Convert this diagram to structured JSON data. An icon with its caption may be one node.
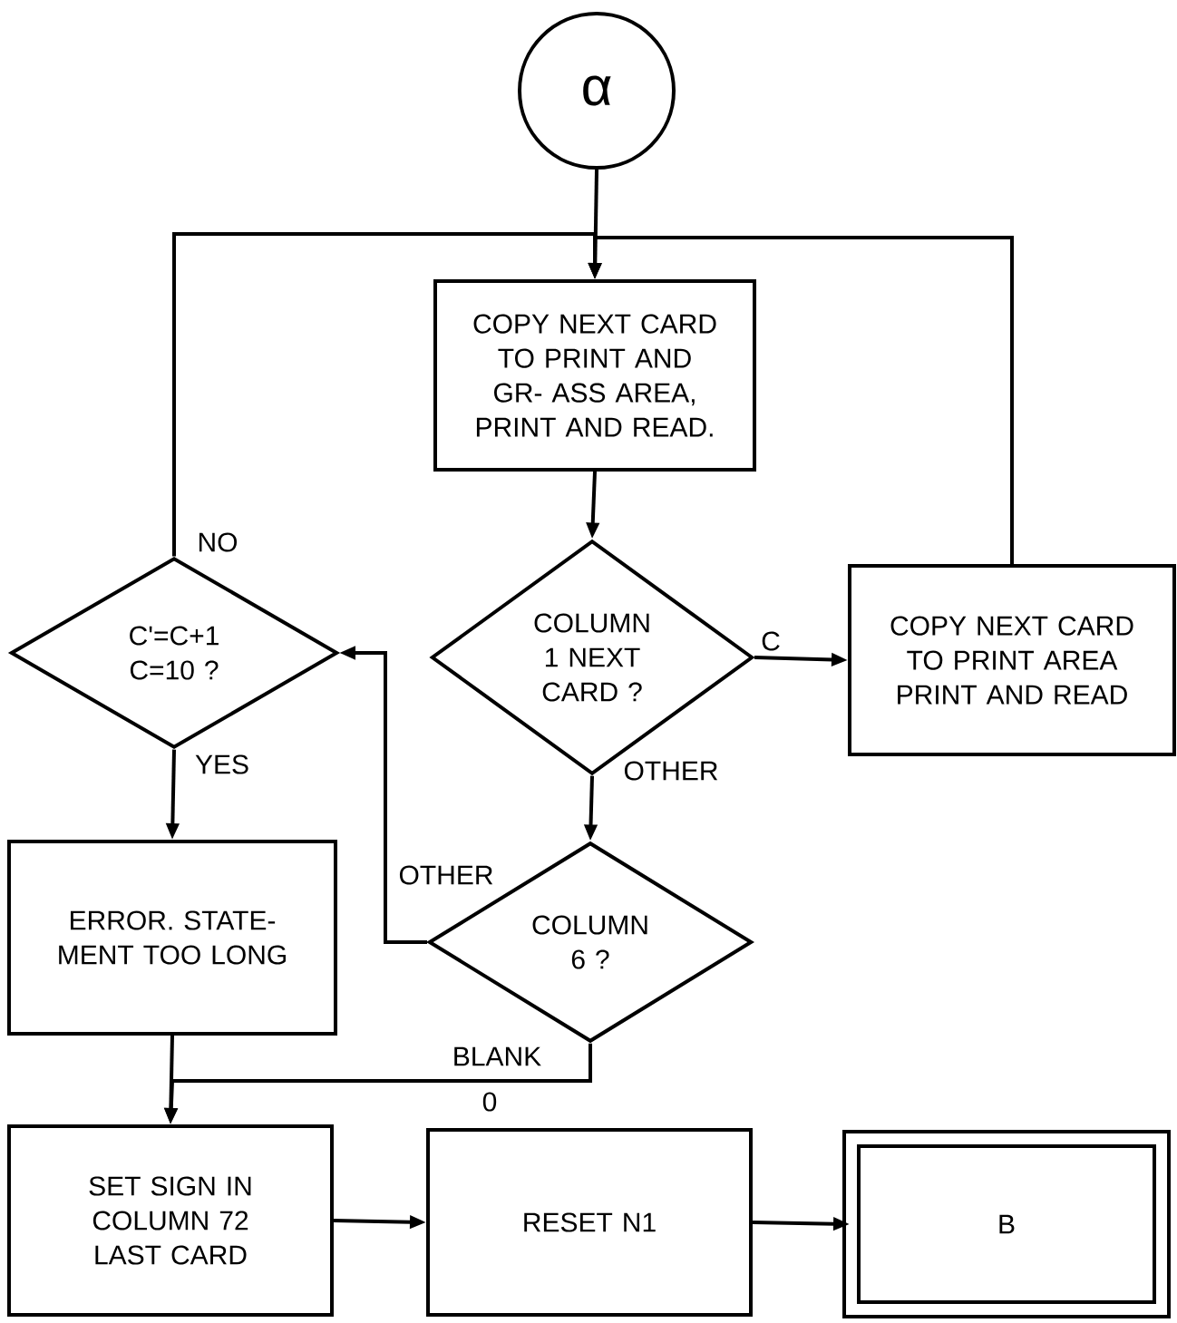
{
  "diagram": {
    "nodes": [
      {
        "text": [
          "α"
        ]
      },
      {
        "text": [
          "COPY NEXT CARD TO PRINT AND GR- ASS AREA, PRINT AND READ."
        ]
      },
      {
        "text": [
          "C'=C+1 C=10 ?"
        ]
      },
      {
        "text": [
          "COLUMN 1 NEXT CARD ?"
        ]
      },
      {
        "text": [
          "COPY NEXT CARD TO PRINT AREA PRINT AND READ"
        ]
      },
      {
        "text": [
          "ERROR. STATE- MENT TOO LONG"
        ]
      },
      {
        "text": [
          "COLUMN 6 ?"
        ]
      },
      {
        "text": [
          "SET SIGN IN COLUMN 72 LAST CARD"
        ]
      },
      {
        "text": [
          "RESET N1"
        ]
      },
      {
        "text": [
          "B"
        ]
      }
    ],
    "edges": [
      {
        "from": 0,
        "to": 1,
        "arrow": "to"
      },
      {
        "from": 2,
        "to": 1,
        "arrow": "to",
        "label": "NO"
      },
      {
        "from": 4,
        "to": 1,
        "arrow": "to"
      },
      {
        "from": 1,
        "to": 3,
        "arrow": "to"
      },
      {
        "from": 3,
        "to": 4,
        "arrow": "to",
        "label": "C"
      },
      {
        "from": 3,
        "to": 6,
        "arrow": "to",
        "label": "OTHER"
      },
      {
        "from": 2,
        "to": 5,
        "arrow": "to",
        "label": "YES"
      },
      {
        "from": 6,
        "to": 2,
        "arrow": "to",
        "label": "OTHER"
      },
      {
        "from": 6,
        "to": 7,
        "arrow": "to",
        "label": "BLANK"
      },
      {
        "from": 5,
        "to": 7,
        "arrow": "to"
      },
      {
        "from": 7,
        "to": 8,
        "arrow": "to"
      },
      {
        "from": 8,
        "to": 9,
        "arrow": "to"
      }
    ],
    "labels": [
      "0"
    ]
  }
}
